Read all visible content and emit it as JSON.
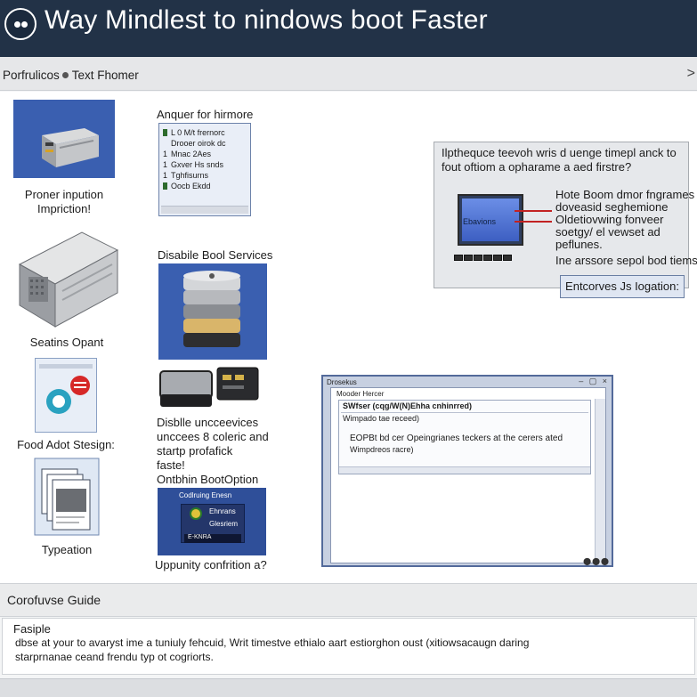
{
  "window": {
    "title": "Way Mindlest to nindows boot Faster"
  },
  "toolbar": {
    "breadcrumb_left": "Porfrulicos",
    "breadcrumb_right": "Text Fhomer",
    "close_glyph": ">"
  },
  "left_column": {
    "items": [
      {
        "caption_line1": "Proner inpution",
        "caption_line2": "Impriction!"
      },
      {
        "caption": "Seatins Opant"
      },
      {
        "caption": "Food Adot Stesign:"
      },
      {
        "caption": "Typeation"
      }
    ]
  },
  "middle_column": {
    "list_heading": "Anquer for hirmore",
    "list_rows": [
      {
        "marker": "green",
        "text": "L 0 M/t frernorc"
      },
      {
        "num": "",
        "text": "Drooer oirok dc"
      },
      {
        "num": "1",
        "text": "Mnac 2Aes"
      },
      {
        "num": "1",
        "text": "Gxver Hs snds"
      },
      {
        "num": "1",
        "text": "Tghfisurns"
      },
      {
        "marker": "green",
        "text": "Oocb Ekdd"
      }
    ],
    "boot_services_heading": "Disabile Bool Services",
    "devices_caption_line1": "Disblle uncceevices",
    "devices_caption_line2": "unccees 8 coleric and",
    "devices_caption_line3": "startp profafick",
    "devices_caption_line4": "faste!",
    "boot_option_heading": "Ontbhin BootOption",
    "boot_option_panel": {
      "title": "Codlruing Enesn",
      "row1": "Ehnrans",
      "row2": "Glesriem",
      "row3": "E-KNRA"
    },
    "confirm_caption": "Uppunity confrition a?"
  },
  "callout": {
    "question_line1": "Ilpthequce teevoh wris d uenge timepl anck to",
    "question_line2": "fout oftiom a opharame a aed firstre?",
    "monitor_label": "Ebavions",
    "notes_line1": "Hote Boom dmor fngrames",
    "notes_line2": "doveasid seghemione",
    "notes_line3": "Oldetiovwing fonveer",
    "notes_line4": "soetgy/ el vewset ad",
    "notes_line5": "peflunes.",
    "footer_note": "Ine arssore sepol bod tiems",
    "button_label": "Entcorves Js Iogation:"
  },
  "dialog": {
    "title": "Drosekus",
    "controls": "– ▢ ×",
    "header": "Mooder Hercer",
    "list_line1": "SWfser (cqg/W(N)Ehha cnhinrred)",
    "list_line2": "Wimpado tae receed)",
    "list_line3": "EOPBt bd cer Opeingrianes teckers at the cerers ated",
    "list_line4": "Wimpdreos racre)",
    "dots": "⬤⬤⬤"
  },
  "guide": {
    "heading": "Corofuvse Guide",
    "label": "Fasiple",
    "body_line1": "dbse at your to avaryst ime a tuniuly fehcuid, Writ timestve ethialo aart estiorghon oust (xitiowsacaugn daring",
    "body_line2": "starprnanae ceand frendu typ ot cogriorts."
  },
  "colors": {
    "titlebar": "#223247",
    "accent_blue": "#3a5fb0",
    "arrow_red": "#c22222"
  }
}
